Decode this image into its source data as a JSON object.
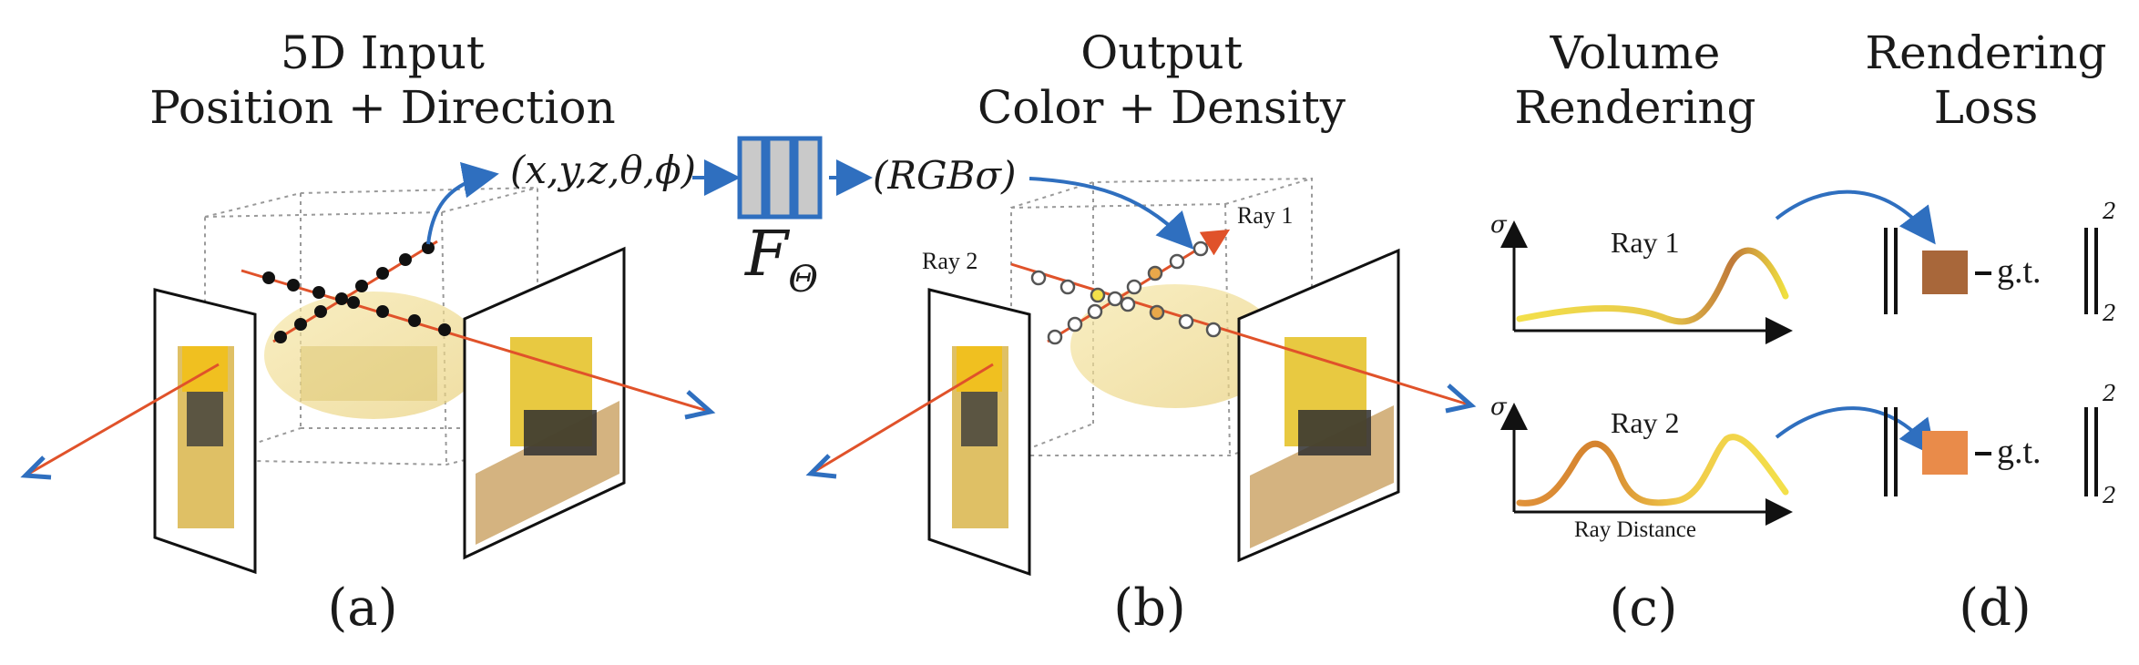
{
  "headers": {
    "a_line1": "5D Input",
    "a_line2": "Position + Direction",
    "b_line1": "Output",
    "b_line2": "Color + Density",
    "c_line1": "Volume",
    "c_line2": "Rendering",
    "d_line1": "Rendering",
    "d_line2": "Loss"
  },
  "captions": {
    "a": "(a)",
    "b": "(b)",
    "c": "(c)",
    "d": "(d)"
  },
  "math": {
    "input": "(x,y,z,θ,ϕ)",
    "network": "F",
    "network_sub": "Θ",
    "output": "(RGBσ)"
  },
  "ray_labels": {
    "ray1": "Ray 1",
    "ray2": "Ray 2"
  },
  "plots": {
    "sigma": "σ",
    "ray1_title": "Ray 1",
    "ray2_title": "Ray 2",
    "xlabel": "Ray Distance"
  },
  "loss": {
    "gt": "g.t.",
    "sup": "2",
    "sub": "2",
    "color_ray1": "#a8673a",
    "color_ray2": "#e98b4a"
  },
  "colors": {
    "ray": "#e0522a",
    "arrow": "#2f6fbf",
    "network_fill": "#c9c9c9",
    "network_stroke": "#2f6fbf"
  }
}
